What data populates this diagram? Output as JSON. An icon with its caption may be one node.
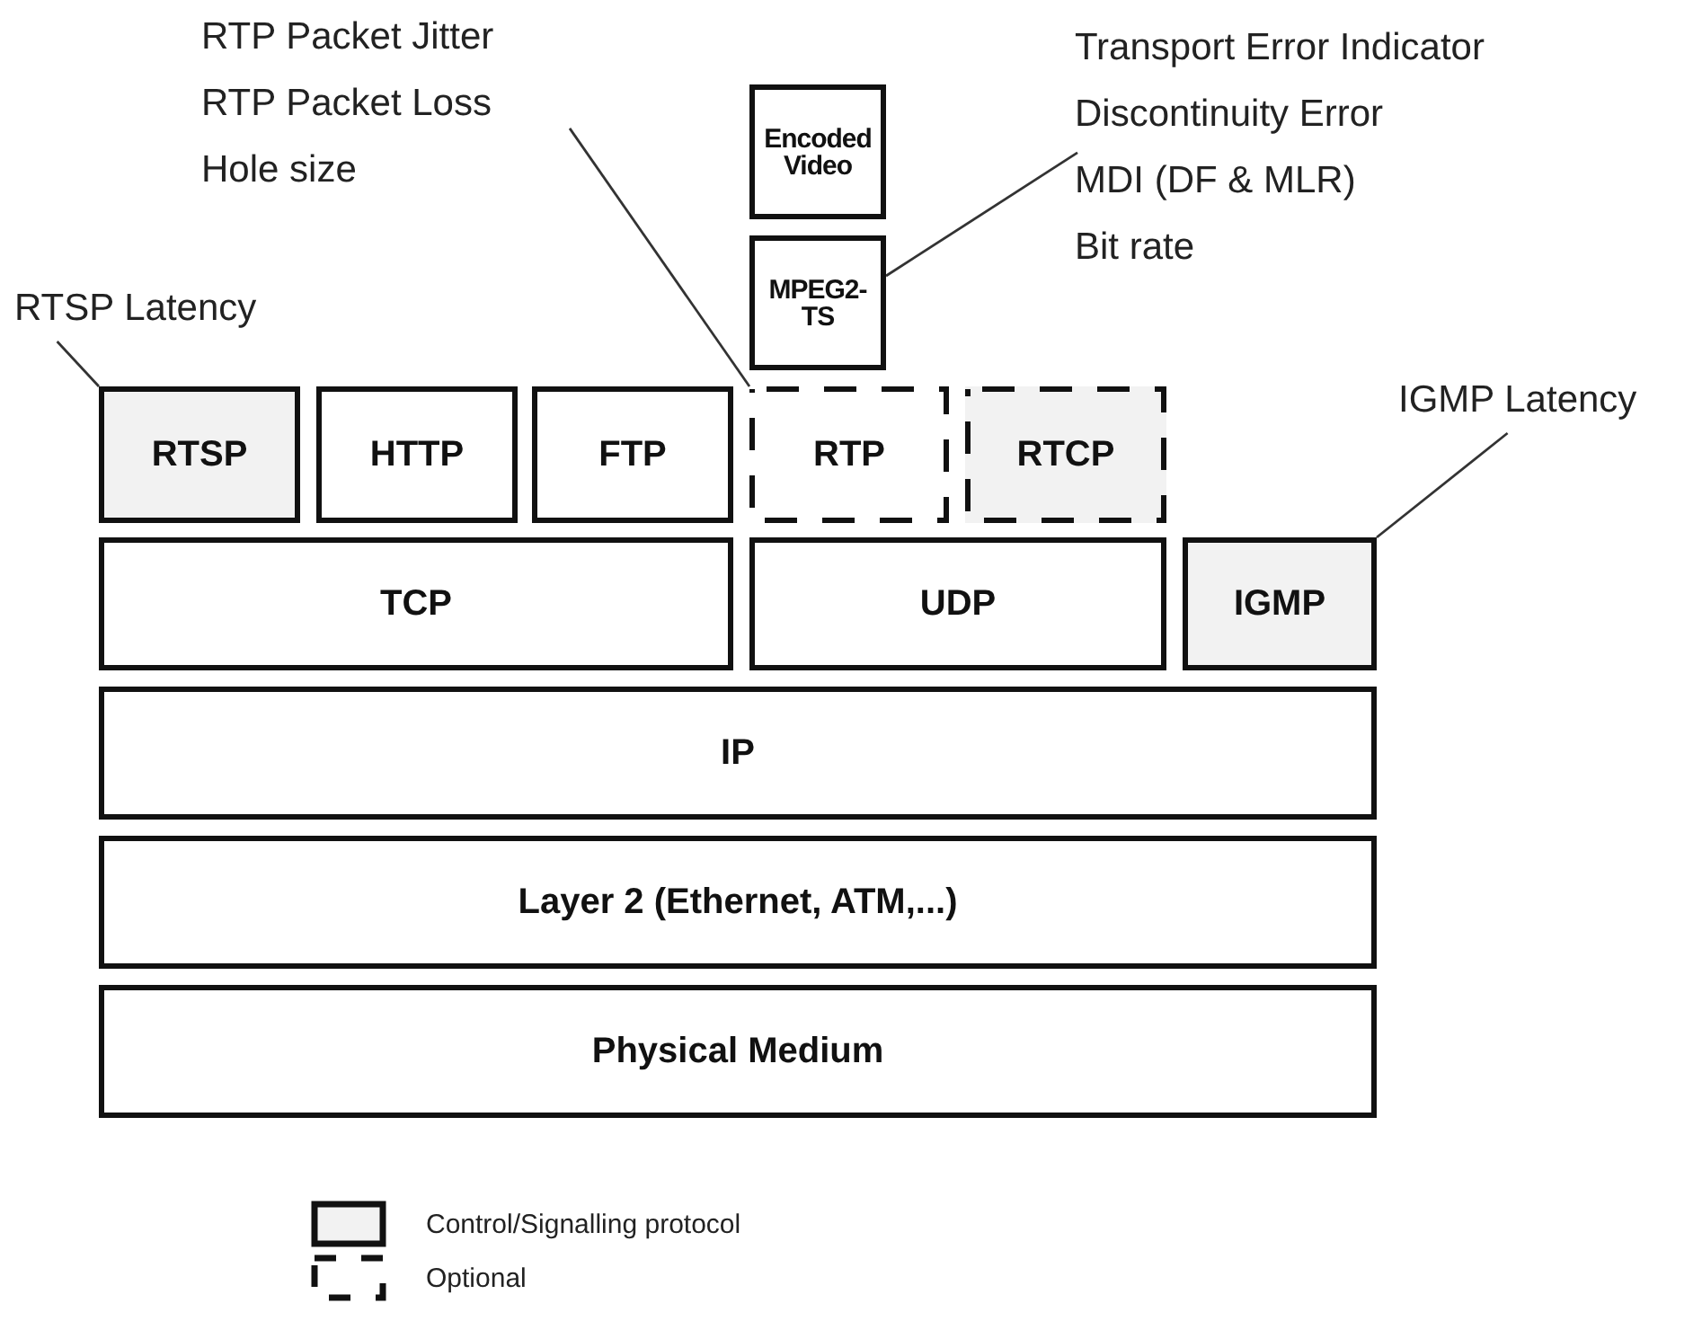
{
  "diagram": {
    "nodes": [
      {
        "text": [
          "RTP Packet Jitter",
          "RTP Packet Loss",
          "Hole size"
        ]
      },
      {
        "text": [
          "Transport Error Indicator",
          "Discontinuity Error",
          "MDI (DF & MLR)",
          "Bit rate"
        ]
      },
      {
        "text": [
          "Encoded Video"
        ]
      },
      {
        "text": [
          "MPEG2-TS"
        ]
      },
      {
        "text": [
          "RTSP Latency"
        ]
      },
      {
        "text": [
          "RTSP"
        ]
      },
      {
        "text": [
          "HTTP"
        ]
      },
      {
        "text": [
          "FTP"
        ]
      },
      {
        "text": [
          "RTP"
        ]
      },
      {
        "text": [
          "RTCP"
        ]
      },
      {
        "text": [
          "IGMP Latency"
        ]
      },
      {
        "text": [
          "TCP"
        ]
      },
      {
        "text": [
          "UDP"
        ]
      },
      {
        "text": [
          "IGMP"
        ]
      },
      {
        "text": [
          "IP"
        ]
      },
      {
        "text": [
          "Layer 2 (Ethernet, ATM,...)"
        ]
      },
      {
        "text": [
          "Physical Medium"
        ]
      }
    ],
    "edges": [
      {
        "from": 0,
        "to": 8,
        "arrow": "none"
      },
      {
        "from": 1,
        "to": 3,
        "arrow": "none"
      },
      {
        "from": 4,
        "to": 5,
        "arrow": "none"
      },
      {
        "from": 10,
        "to": 13,
        "arrow": "none"
      }
    ],
    "legend": [
      {
        "text": "Control/Signalling protocol",
        "color": "#f2f2f2"
      },
      {
        "text": "Optional"
      }
    ]
  }
}
